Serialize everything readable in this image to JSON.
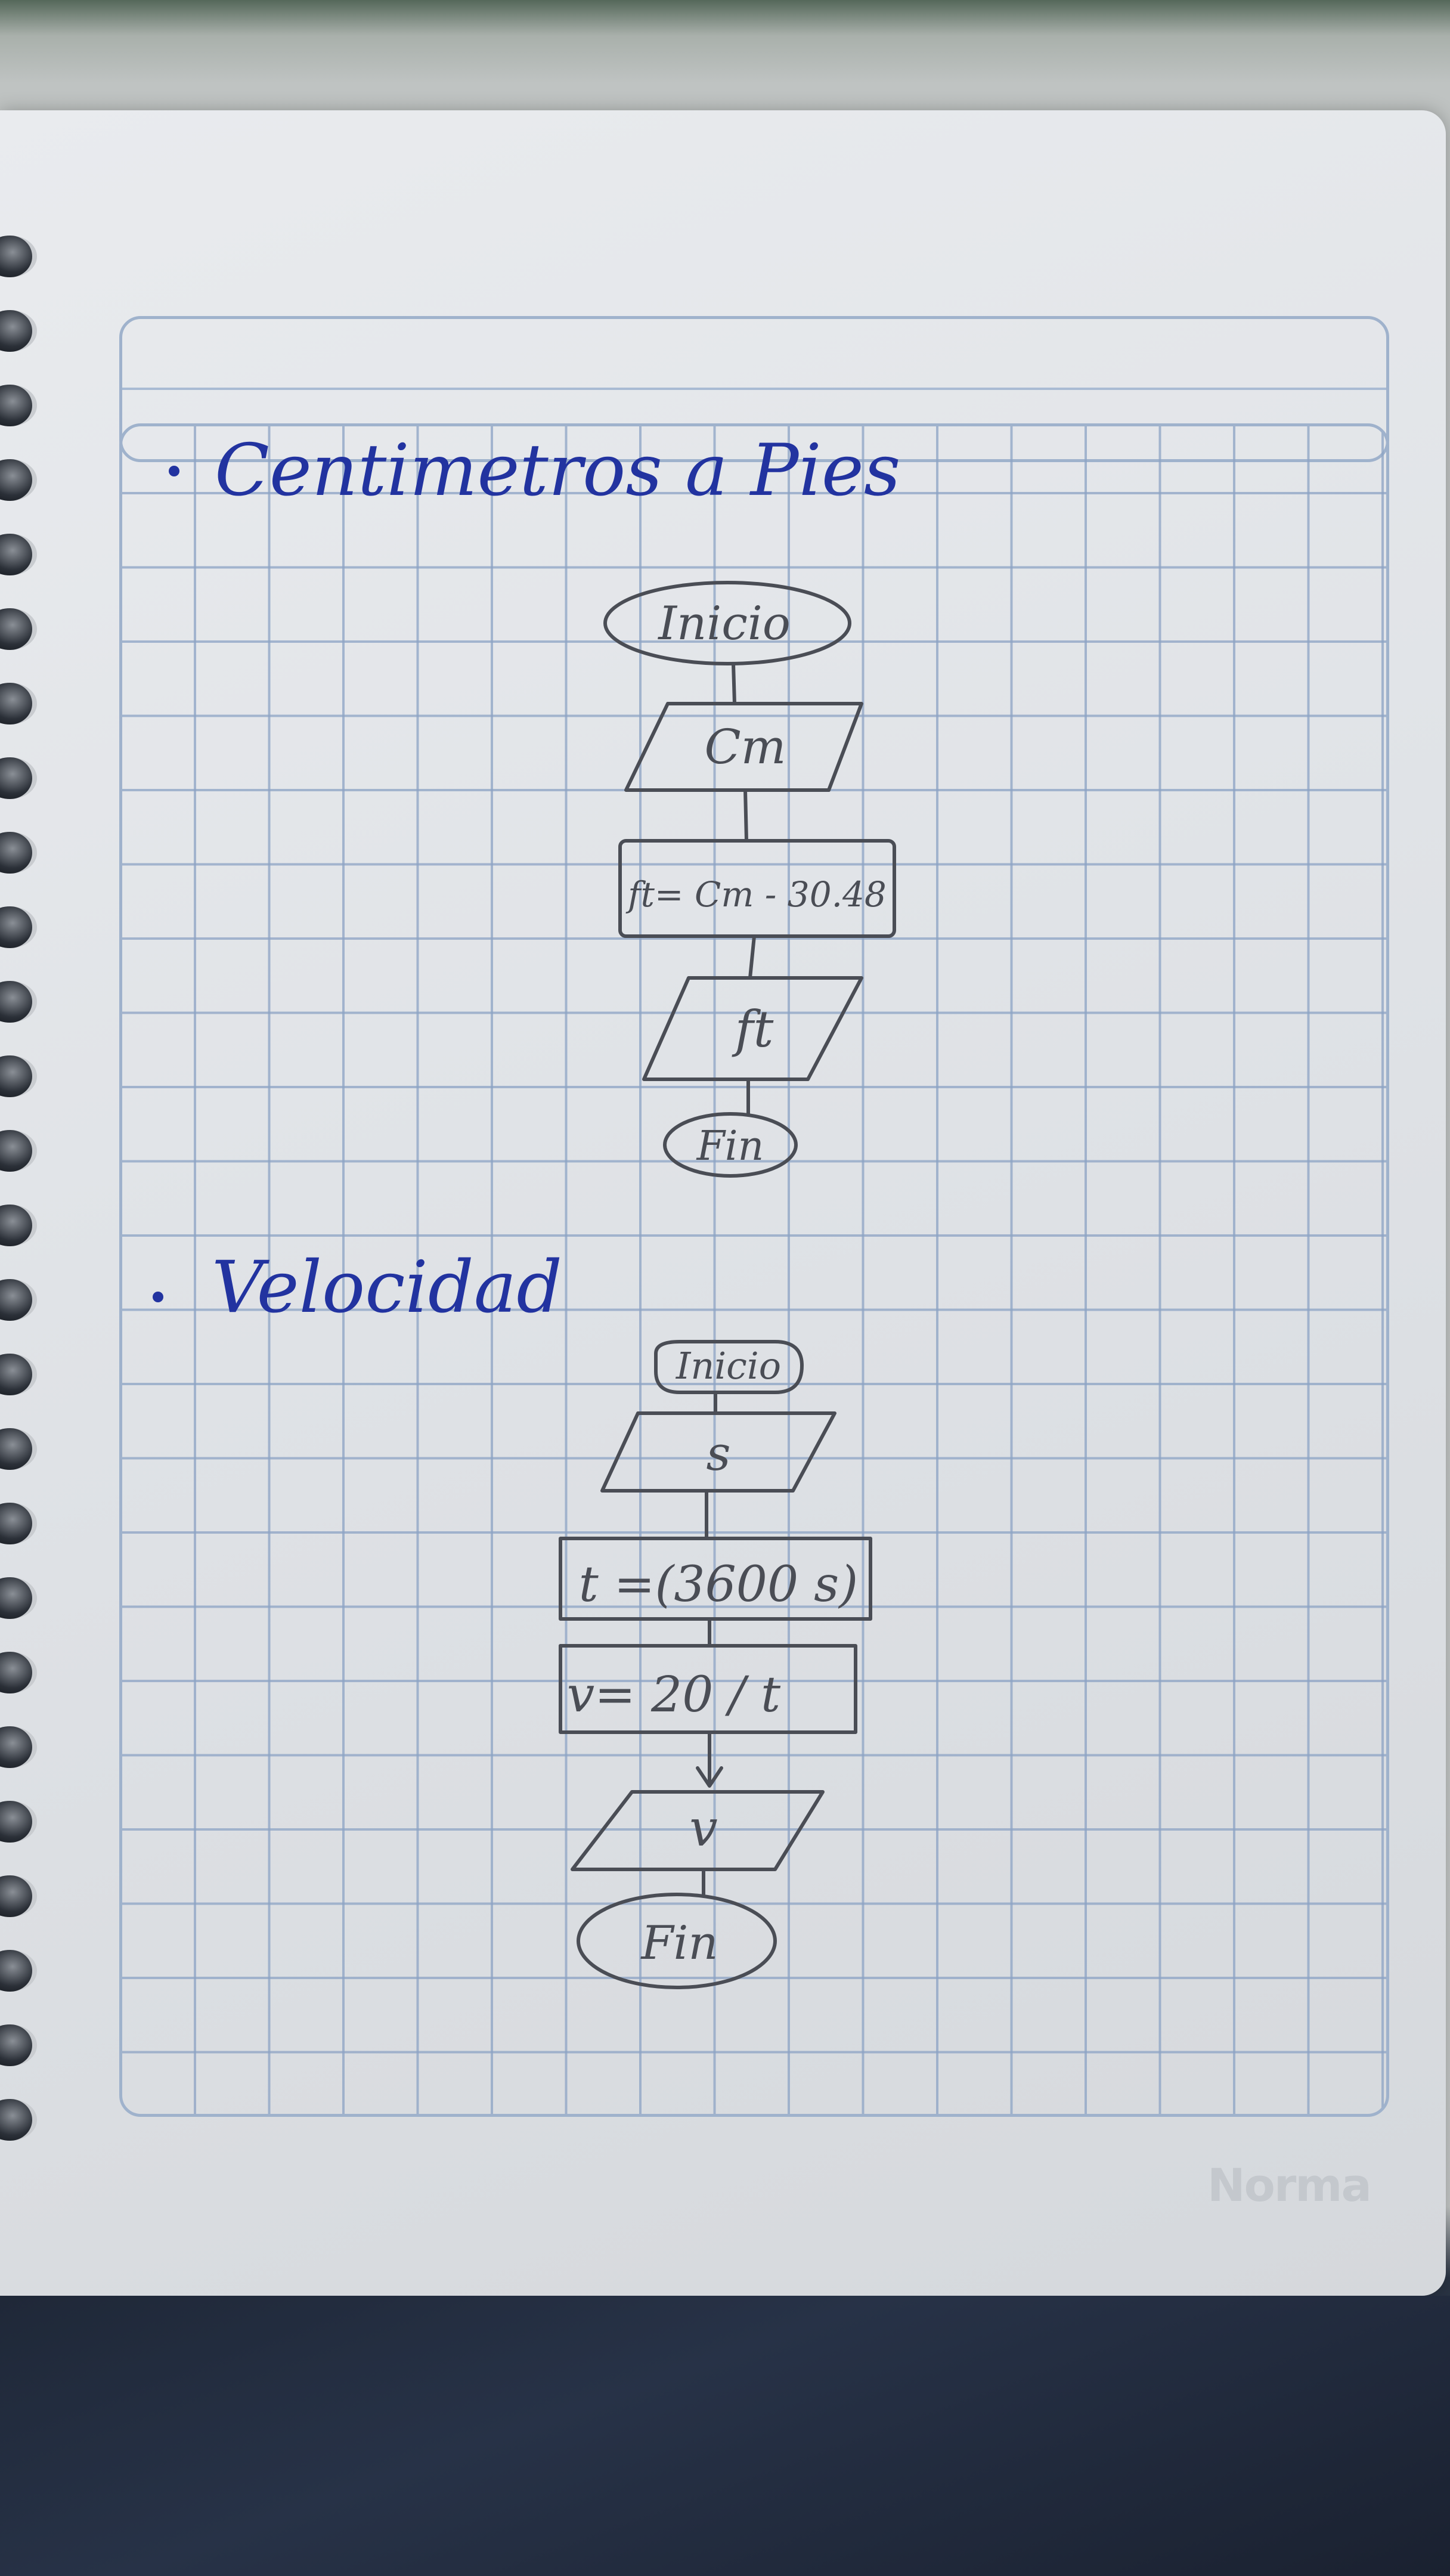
{
  "notebook": {
    "brand": "Norma"
  },
  "sections": [
    {
      "title": "Centimetros a Pies",
      "flowchart": {
        "start": "Inicio",
        "input": "Cm",
        "process": "ft= Cm - 30.48",
        "output": "ft",
        "end": "Fin"
      }
    },
    {
      "title": "Velocidad",
      "flowchart": {
        "start": "Inicio",
        "input": "s",
        "process_1": "t =(3600 s)",
        "process_2": "v= 20 / t",
        "output": "v",
        "end": "Fin"
      }
    }
  ],
  "colors": {
    "ink_blue": "#2233a0",
    "pencil": "#4a4d55",
    "grid": "#8ca3c4"
  }
}
